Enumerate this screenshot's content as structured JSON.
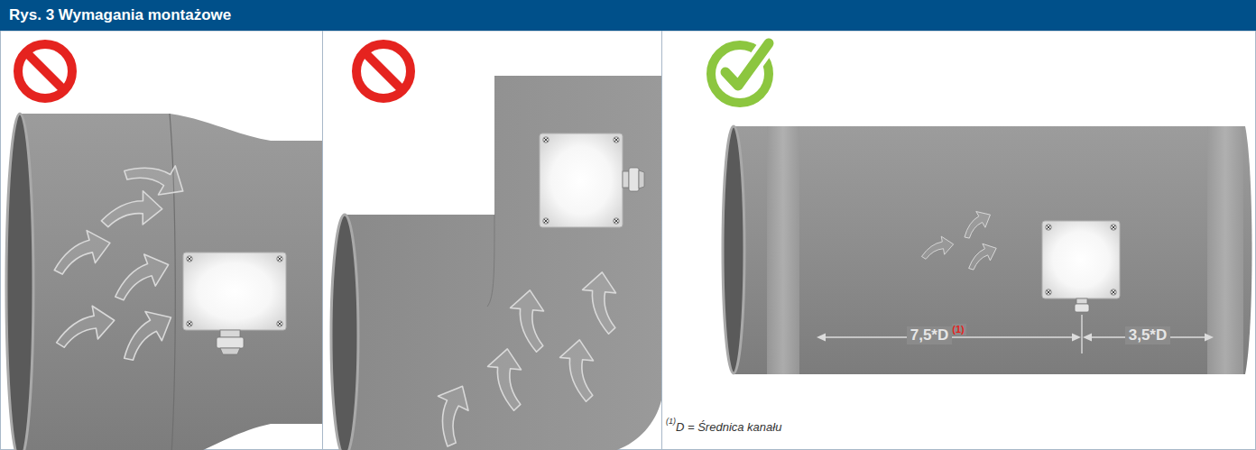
{
  "diagram": {
    "title": "Rys. 3 Wymagania montażowe",
    "labels": [
      "7,5*D",
      "(1)",
      "3,5*D",
      "(1)",
      "D = Średnica kanału"
    ]
  }
}
